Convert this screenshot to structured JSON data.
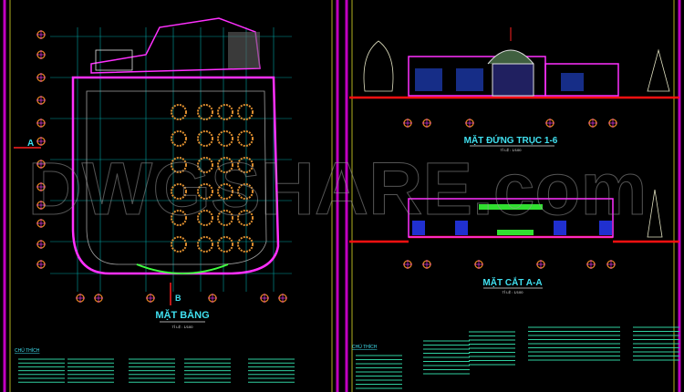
{
  "plan": {
    "title": "MẶT BẰNG",
    "scale": "TỈ LỆ : 1/100",
    "section_mark_a": "A",
    "section_mark_b": "B"
  },
  "elevation": {
    "title": "MẶT ĐỨNG TRỤC 1-6",
    "scale": "TỈ LỆ : 1/100"
  },
  "section": {
    "title": "MẶT CẮT A-A",
    "scale": "TỈ LỆ : 1/100"
  },
  "legend_left": {
    "title": "CHÚ THÍCH"
  },
  "legend_right": {
    "title": "CHÚ THÍCH"
  },
  "watermark": "DWGSHARE.com",
  "colors": {
    "background": "#000000",
    "border": "#d000d0",
    "wall": "#ff30ff",
    "ground": "#ff1010",
    "dimension": "#00e0e0",
    "table": "#e09030",
    "title": "#40e0f0"
  }
}
